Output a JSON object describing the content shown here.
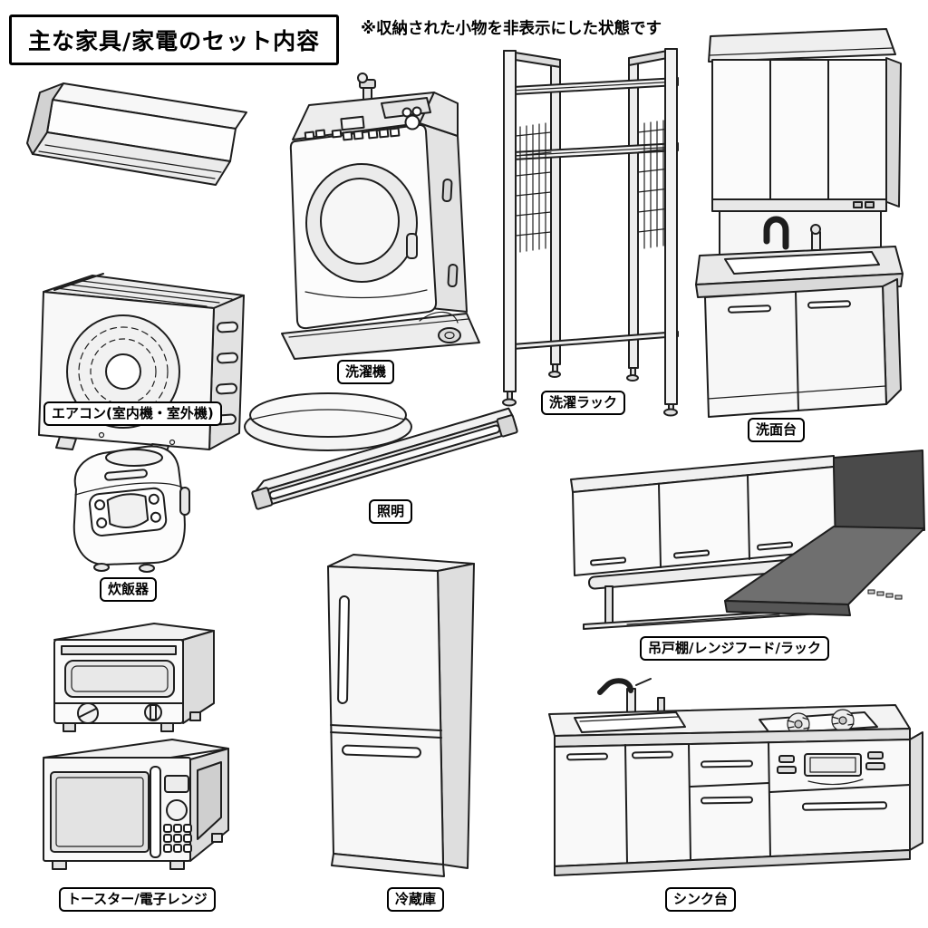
{
  "header": {
    "title": "主な家具/家電のセット内容",
    "note": "※収納された小物を非表示にした状態です"
  },
  "items": [
    {
      "label": "エアコン(室内機・室外機)"
    },
    {
      "label": "洗濯機"
    },
    {
      "label": "洗濯ラック"
    },
    {
      "label": "洗面台"
    },
    {
      "label": "炊飯器"
    },
    {
      "label": "照明"
    },
    {
      "label": "吊戸棚/レンジフード/ラック"
    },
    {
      "label": "トースター/電子レンジ"
    },
    {
      "label": "冷蔵庫"
    },
    {
      "label": "シンク台"
    }
  ],
  "colors": {
    "background": "#ffffff",
    "outline": "#1e1e1e",
    "label_border": "#000000",
    "fill_white": "#fbfbfb",
    "fill_light": "#efefef",
    "fill_mid": "#dedede",
    "fill_shade": "#cfcfcf",
    "hood_dark": "#4a4a4a",
    "hood_mid": "#6f6f6f"
  }
}
